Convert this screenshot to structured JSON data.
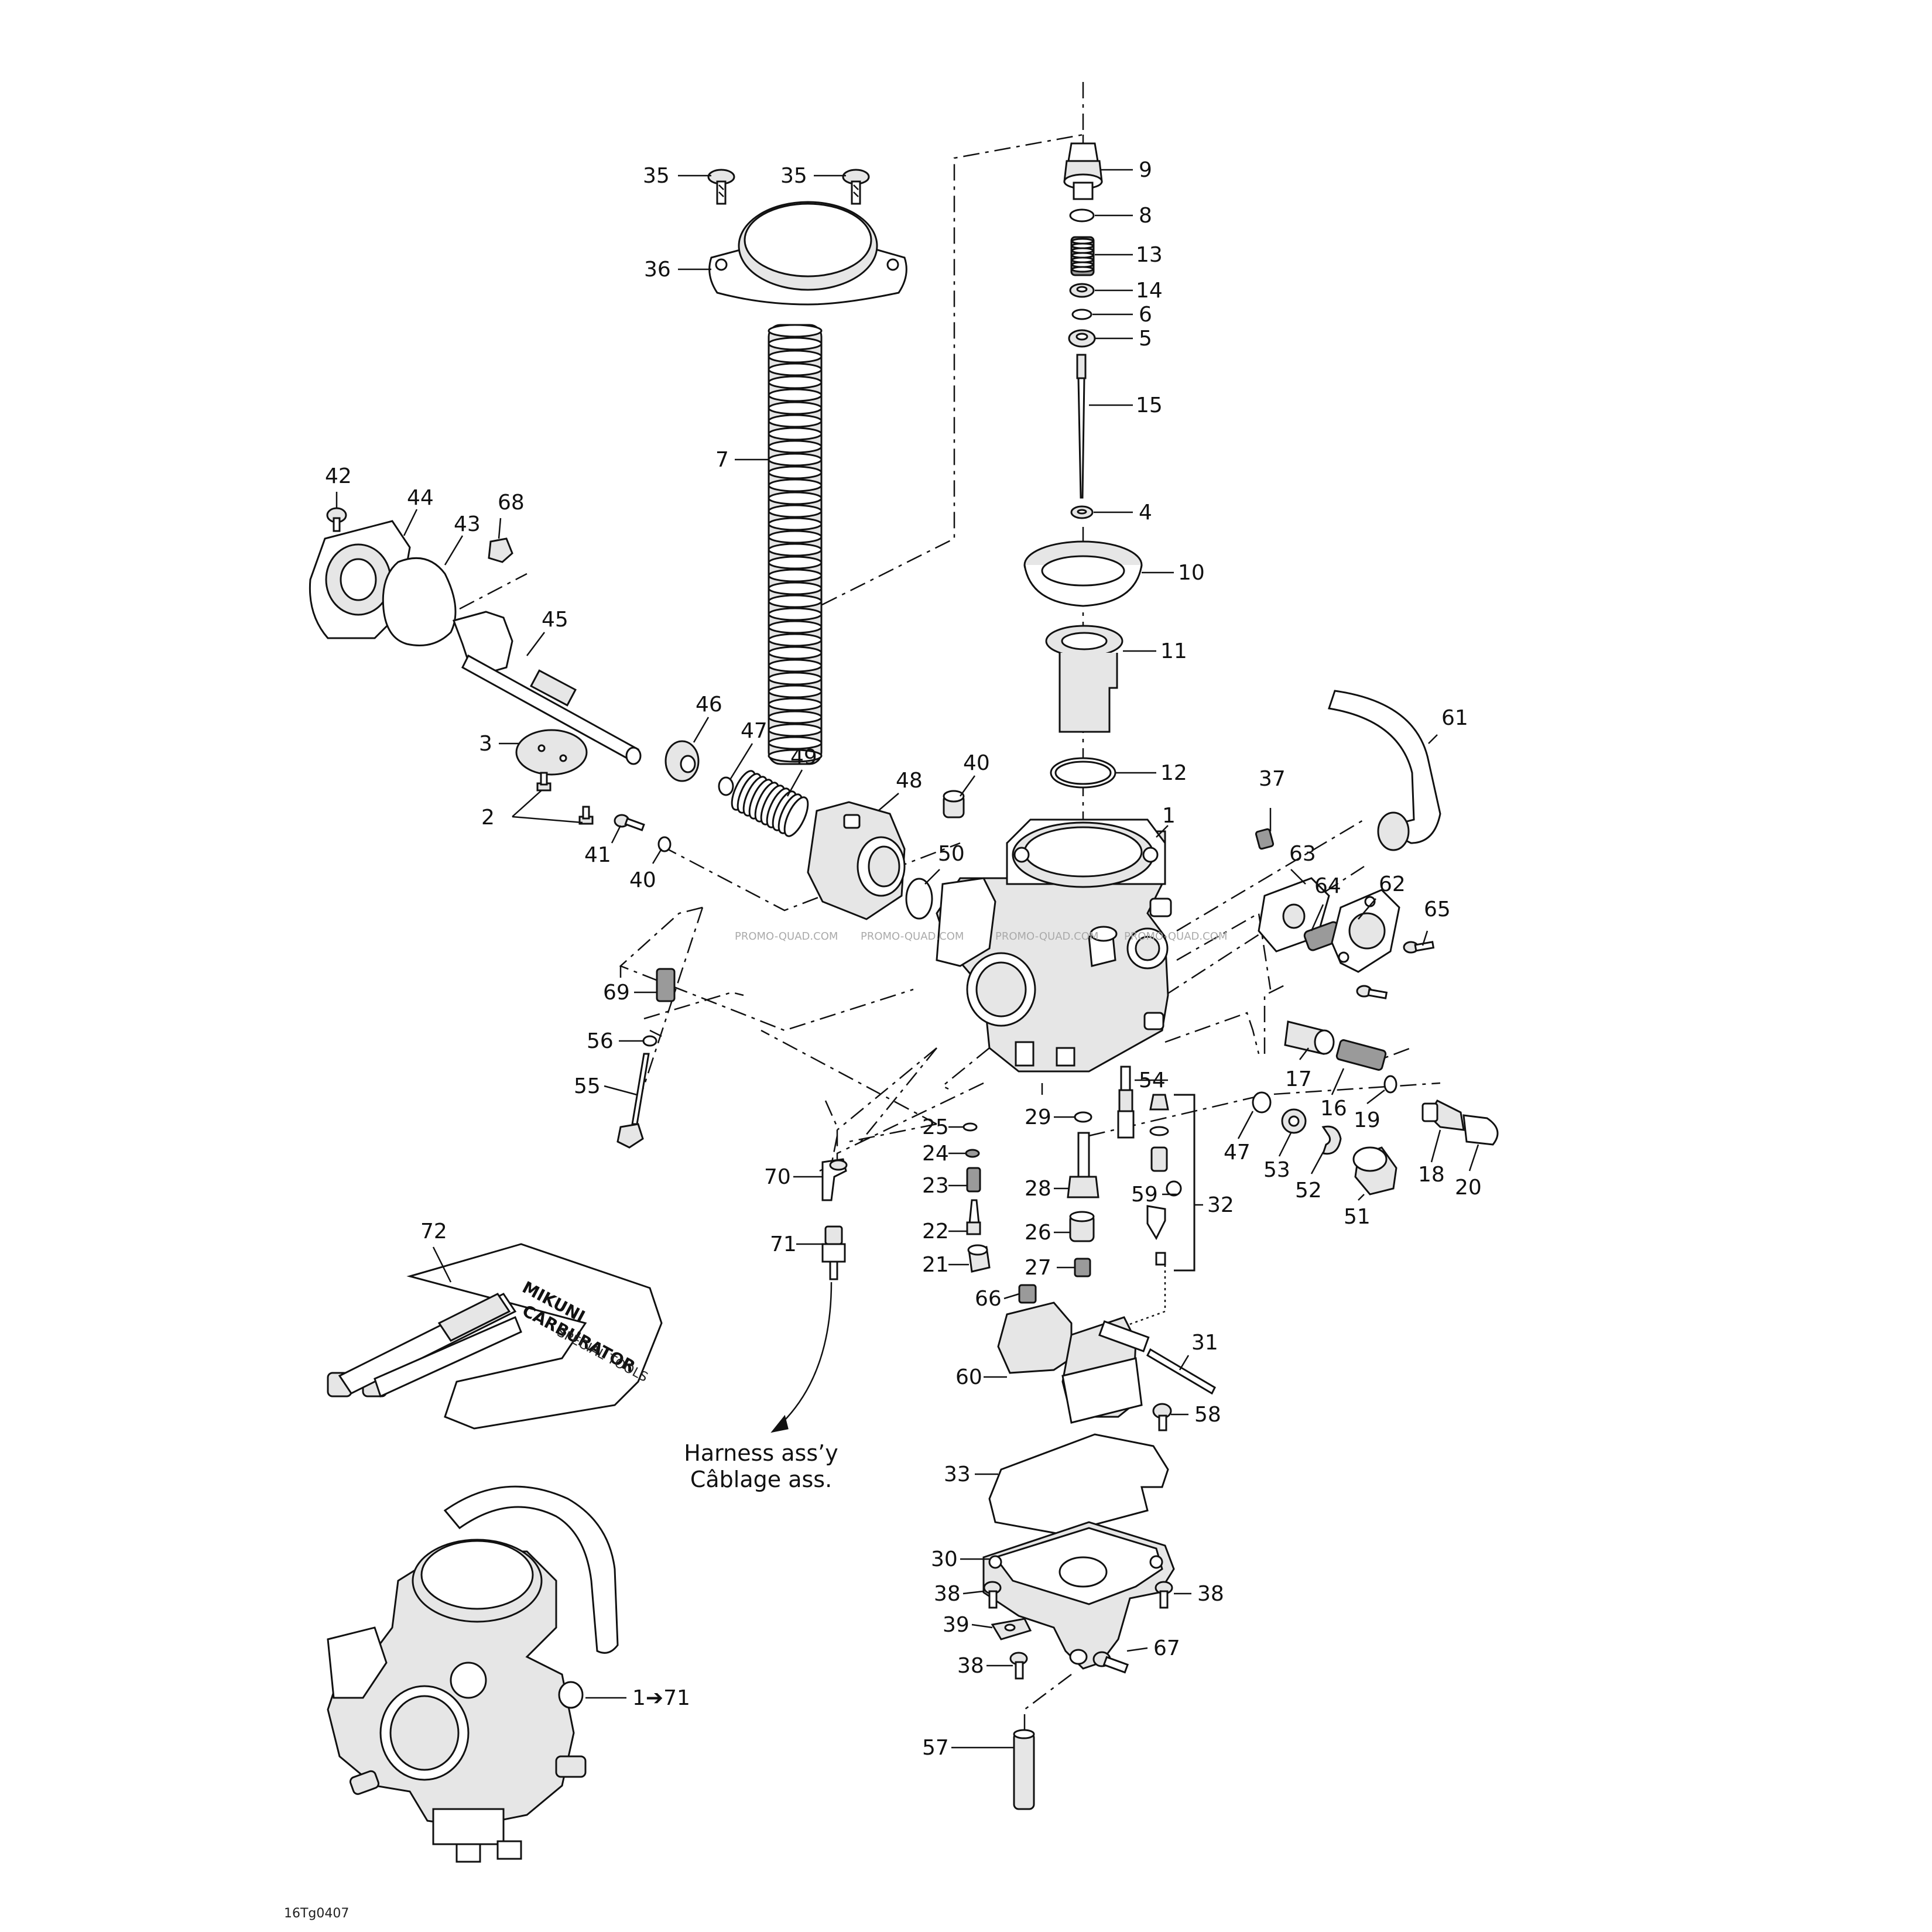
{
  "labels": {
    "p35a": "35",
    "p35b": "35",
    "p36": "36",
    "p7": "7",
    "p9": "9",
    "p8": "8",
    "p13": "13",
    "p14": "14",
    "p6": "6",
    "p5": "5",
    "p15": "15",
    "p4": "4",
    "p10": "10",
    "p11": "11",
    "p12": "12",
    "p1": "1",
    "p61": "61",
    "p37": "37",
    "p63": "63",
    "p64": "64",
    "p62": "62",
    "p65": "65",
    "p42": "42",
    "p44": "44",
    "p43": "43",
    "p68": "68",
    "p45": "45",
    "p3": "3",
    "p2": "2",
    "p46": "46",
    "p47a": "47",
    "p49": "49",
    "p48": "48",
    "p40a": "40",
    "p41": "41",
    "p40b": "40",
    "p50": "50",
    "p69": "69",
    "p56": "56",
    "p55": "55",
    "p17": "17",
    "p16": "16",
    "p19": "19",
    "p18": "18",
    "p20": "20",
    "p47b": "47",
    "p53": "53",
    "p52": "52",
    "p51": "51",
    "p54": "54",
    "p32": "32",
    "p59": "59",
    "p29": "29",
    "p28": "28",
    "p26": "26",
    "p27": "27",
    "p25": "25",
    "p24": "24",
    "p23": "23",
    "p22": "22",
    "p21": "21",
    "p66": "66",
    "p70": "70",
    "p71": "71",
    "p72": "72",
    "p31": "31",
    "p60": "60",
    "p58": "58",
    "p33": "33",
    "p30": "30",
    "p38a": "38",
    "p38b": "38",
    "p39": "39",
    "p38c": "38",
    "p67": "67",
    "p57": "57"
  },
  "harness_note": {
    "line1": "Harness ass’y",
    "line2": "Câblage ass."
  },
  "assembly_ref": "1➔71",
  "tool_kit_text": {
    "line1": "MIKUNI",
    "line2": "CARBURATOR",
    "line3": "SPECIAL TOOLS"
  },
  "watermark": "PROMO-QUAD.COM",
  "figure_code": "16Tg0407"
}
